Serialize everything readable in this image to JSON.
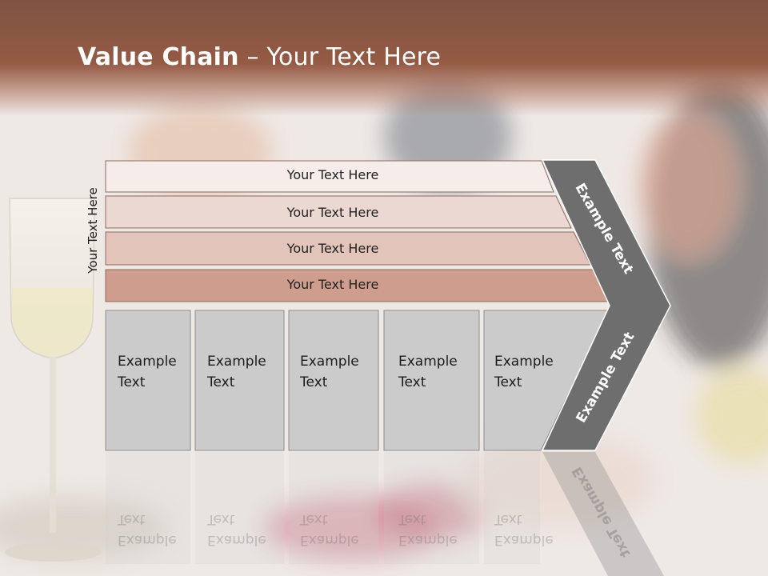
{
  "slide": {
    "title_bold": "Value Chain",
    "title_sep": " – ",
    "title_rest": "Your Text Here",
    "side_label": "Your Text Here",
    "rows": [
      {
        "label": "Your Text Here",
        "color": "#f6ecea"
      },
      {
        "label": "Your Text Here",
        "color": "#ecd8d3"
      },
      {
        "label": "Your Text Here",
        "color": "#e2c4bb"
      },
      {
        "label": "Your Text Here",
        "color": "#cf9d8d"
      }
    ],
    "boxes": [
      {
        "line1": "Example",
        "line2": "Text"
      },
      {
        "line1": "Example",
        "line2": "Text"
      },
      {
        "line1": "Example",
        "line2": "Text"
      },
      {
        "line1": "Example",
        "line2": "Text"
      },
      {
        "line1": "Example",
        "line2": "Text"
      }
    ],
    "chevron_top": "Example Text",
    "chevron_bottom": "Example Text",
    "colors": {
      "title_band": "#945a44",
      "box": "#cbcbcb",
      "chevron": "#6e6e6e"
    }
  }
}
